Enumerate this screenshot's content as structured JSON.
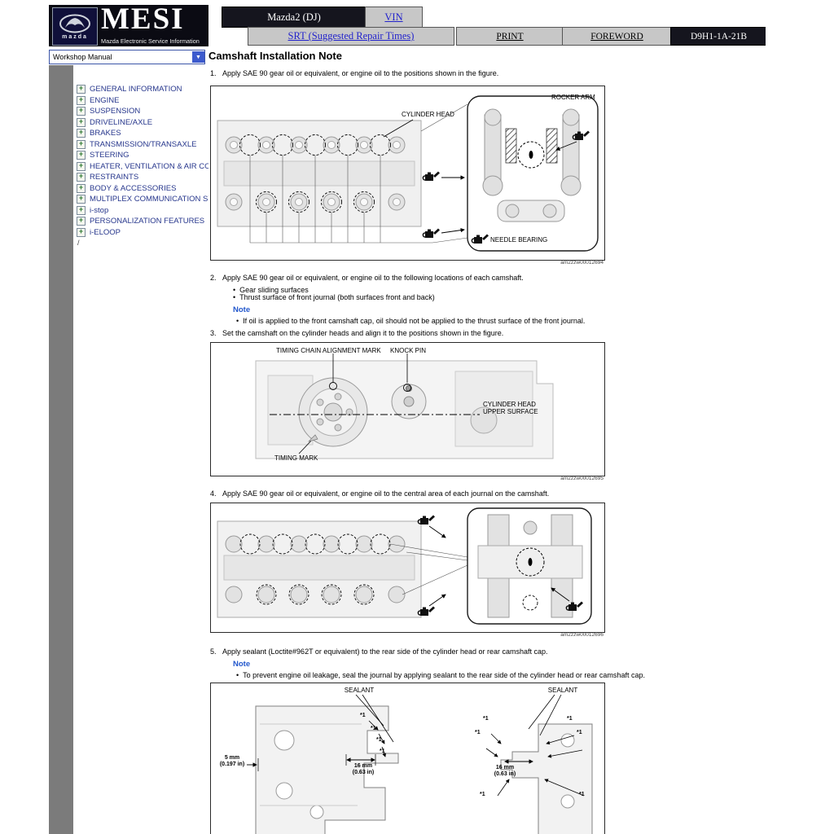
{
  "icons": {
    "plus": "+",
    "dropdown_arrow": "▼",
    "bullet": "•"
  },
  "header": {
    "logo_text": "mazda",
    "title": "MESI",
    "subtitle": "Mazda Electronic Service Information",
    "model_button": "Mazda2 (DJ)",
    "vin_button": "VIN",
    "srt_button": "SRT (Suggested Repair Times)",
    "print_button": "PRINT",
    "foreword_button": "FOREWORD",
    "doc_id_button": "D9H1-1A-21B"
  },
  "sidebar": {
    "manual_select": "Workshop Manual",
    "items": [
      "GENERAL INFORMATION",
      "ENGINE",
      "SUSPENSION",
      "DRIVELINE/AXLE",
      "BRAKES",
      "TRANSMISSION/TRANSAXLE",
      "STEERING",
      "HEATER, VENTILATION & AIR CONDITIONING",
      "RESTRAINTS",
      "BODY & ACCESSORIES",
      "MULTIPLEX COMMUNICATION SYSTEM",
      "i-stop",
      "PERSONALIZATION FEATURES",
      "i-ELOOP"
    ],
    "footer": "/"
  },
  "content": {
    "title": "Camshaft Installation Note",
    "step1": {
      "num": "1.",
      "text": "Apply SAE 90 gear oil or equivalent, or engine oil to the positions shown in the figure."
    },
    "fig1": {
      "cylinder_head": "CYLINDER HEAD",
      "rocker_arm": "ROCKER ARM",
      "needle_bearing": "NEEDLE BEARING",
      "code": "am2zzw00012694"
    },
    "step2": {
      "num": "2.",
      "text": "Apply SAE 90 gear oil or equivalent, or engine oil to the following locations of each camshaft.",
      "bullet1": "Gear sliding surfaces",
      "bullet2": "Thrust surface of front journal (both surfaces front and back)",
      "note_label": "Note",
      "note_bullet": "If oil is applied to the front camshaft cap, oil should not be applied to the thrust surface of the front journal."
    },
    "step3": {
      "num": "3.",
      "text": "Set the camshaft on the cylinder heads and align it to the positions shown in the figure."
    },
    "fig2": {
      "timing_chain_mark": "TIMING CHAIN ALIGNMENT MARK",
      "knock_pin": "KNOCK PIN",
      "cylinder_head_upper": "CYLINDER HEAD\nUPPER SURFACE",
      "timing_mark": "TIMING MARK",
      "code": "am2zzw00012695"
    },
    "step4": {
      "num": "4.",
      "text": "Apply SAE 90 gear oil or equivalent, or engine oil to the central area of each journal on the camshaft."
    },
    "fig3": {
      "code": "am2zzw00012696"
    },
    "step5": {
      "num": "5.",
      "text": "Apply sealant (Loctite#962T or equivalent) to the rear side of the cylinder head or rear camshaft cap.",
      "note_label": "Note",
      "note_bullet": "To prevent engine oil leakage, seal the journal by applying sealant to the rear side of the cylinder head or rear camshaft cap."
    },
    "fig4": {
      "sealant": "SEALANT",
      "dim_5mm": "5 mm\n(0.197 in)",
      "dim_16mm": "16 mm\n(0.63 in)",
      "star": "*1"
    }
  }
}
